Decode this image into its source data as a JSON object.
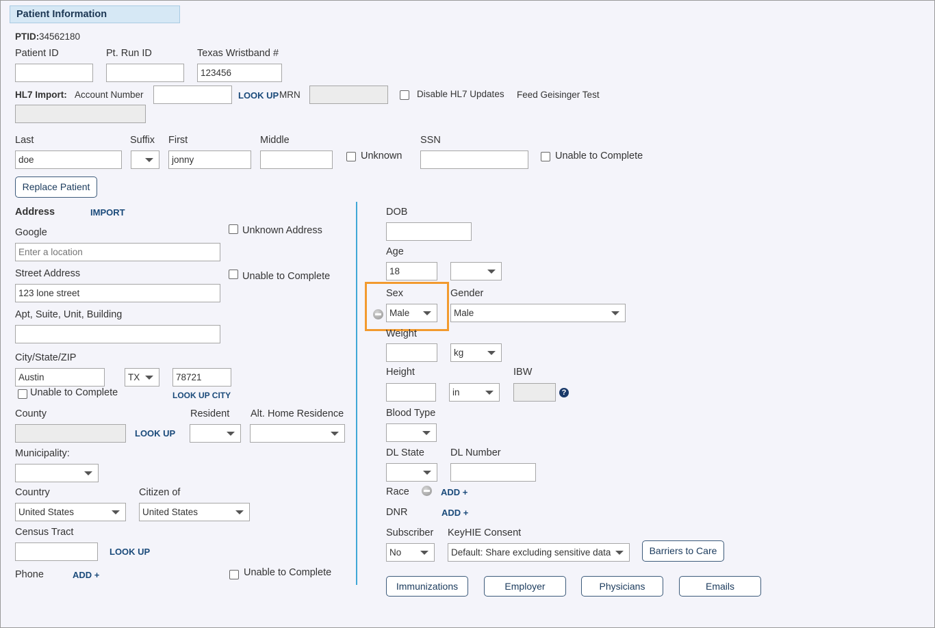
{
  "section_title": "Patient Information",
  "ptid": {
    "label": "PTID:",
    "value": "34562180"
  },
  "patient_id": {
    "label": "Patient ID",
    "value": ""
  },
  "pt_run_id": {
    "label": "Pt. Run ID",
    "value": ""
  },
  "texas_wristband": {
    "label": "Texas Wristband #",
    "value": "123456"
  },
  "hl7": {
    "label": "HL7 Import:",
    "account_number_label": "Account Number",
    "account_number_value": "",
    "lookup": "LOOK UP",
    "mrn_label": "MRN",
    "mrn_value": "",
    "disable_updates_label": "Disable HL7 Updates",
    "feed_label": "Feed Geisinger Test",
    "feed_value": ""
  },
  "name": {
    "last_label": "Last",
    "last_value": "doe",
    "suffix_label": "Suffix",
    "suffix_value": "",
    "first_label": "First",
    "first_value": "jonny",
    "middle_label": "Middle",
    "middle_value": "",
    "unknown_label": "Unknown",
    "ssn_label": "SSN",
    "ssn_value": "",
    "unable_label": "Unable to Complete"
  },
  "replace_patient_button": "Replace Patient",
  "address": {
    "title": "Address",
    "import": "IMPORT",
    "google_label": "Google",
    "google_placeholder": "Enter a location",
    "unknown_address": "Unknown Address",
    "street_label": "Street Address",
    "street_value": "123 lone street",
    "unable_street": "Unable to Complete",
    "apt_label": "Apt, Suite, Unit, Building",
    "apt_value": "",
    "csz_label": "City/State/ZIP",
    "city_value": "Austin",
    "state_value": "TX",
    "zip_value": "78721",
    "unable_csz": "Unable to Complete",
    "lookup_city": "LOOK UP CITY",
    "county_label": "County",
    "county_value": "",
    "county_lookup": "LOOK UP",
    "resident_label": "Resident",
    "resident_value": "",
    "alt_home_label": "Alt. Home Residence",
    "alt_home_value": "",
    "municipality_label": "Municipality:",
    "municipality_value": "",
    "country_label": "Country",
    "country_value": "United States",
    "citizen_label": "Citizen of",
    "citizen_value": "United States",
    "census_label": "Census Tract",
    "census_value": "",
    "census_lookup": "LOOK UP",
    "phone_label": "Phone",
    "phone_add": "ADD +",
    "unable_phone": "Unable to Complete"
  },
  "right": {
    "dob_label": "DOB",
    "dob_value": "",
    "age_label": "Age",
    "age_value": "18",
    "age_unit": "",
    "sex_label": "Sex",
    "sex_value": "Male",
    "gender_label": "Gender",
    "gender_value": "Male",
    "weight_label": "Weight",
    "weight_value": "",
    "weight_unit": "kg",
    "height_label": "Height",
    "height_value": "",
    "height_unit": "in",
    "ibw_label": "IBW",
    "ibw_value": "",
    "help_glyph": "?",
    "blood_label": "Blood Type",
    "blood_value": "",
    "dl_state_label": "DL State",
    "dl_state_value": "",
    "dl_number_label": "DL Number",
    "dl_number_value": "",
    "race_label": "Race",
    "race_add": "ADD +",
    "dnr_label": "DNR",
    "dnr_add": "ADD +",
    "subscriber_label": "Subscriber",
    "subscriber_value": "No",
    "keyhie_label": "KeyHIE Consent",
    "keyhie_value": "Default: Share excluding sensitive data",
    "barriers_button": "Barriers to Care"
  },
  "bottom_buttons": {
    "immunizations": "Immunizations",
    "employer": "Employer",
    "physicians": "Physicians",
    "emails": "Emails"
  },
  "colors": {
    "accent_blue": "#3fa7d6",
    "highlight_orange": "#f29a2e",
    "header_bg": "#d6e8f5"
  }
}
